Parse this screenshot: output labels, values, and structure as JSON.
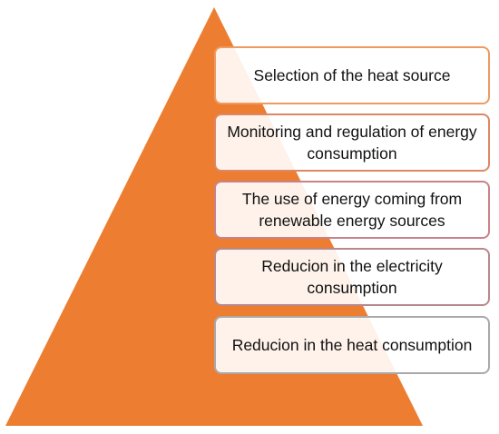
{
  "diagram": {
    "type": "pyramid",
    "fill_color": "#ed7d31",
    "levels": [
      {
        "label": "Selection of the heat source",
        "border_color": "#ef9a61"
      },
      {
        "label": "Monitoring and regulation of energy consumption",
        "border_color": "#dd8767"
      },
      {
        "label": "The use of energy coming from renewable energy sources",
        "border_color": "#c9828a"
      },
      {
        "label": "Reducion in the electricity consumption",
        "border_color": "#b8898c"
      },
      {
        "label": "Reducion in the heat consumption",
        "border_color": "#a9a9a9"
      }
    ]
  }
}
